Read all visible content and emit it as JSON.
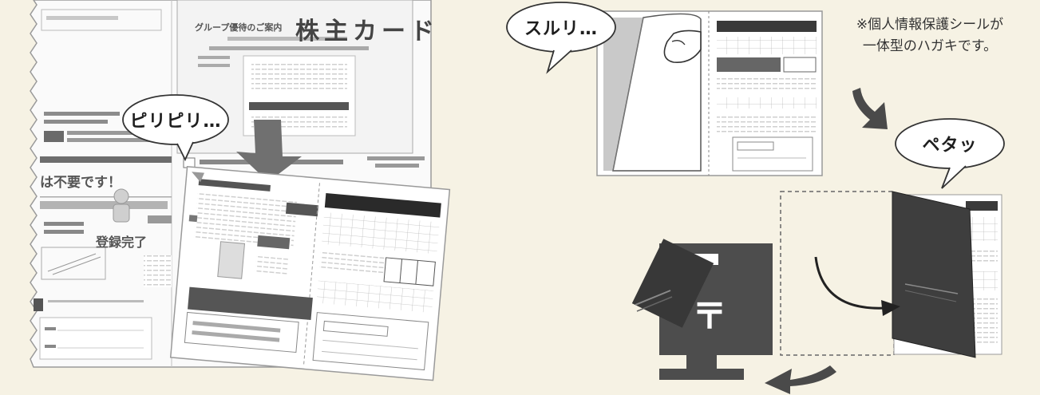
{
  "bubbles": {
    "piripiri": "ピリピリ…",
    "sururi": "スルリ…",
    "petatt": "ペタッ"
  },
  "note": {
    "line1": "※個人情報保護シールが",
    "line2": "一体型のハガキです。"
  },
  "document": {
    "card_title": "株主カード",
    "header_small": "グループ優待のご案内",
    "fragment_1": "は不要です！",
    "fragment_2": "登録完了"
  },
  "postbox": {
    "mark": "〒"
  },
  "colors": {
    "background": "#f6f2e4",
    "arrow": "#4a4a4a",
    "postbox": "#4d4d4d",
    "seal": "#3e3e3e"
  }
}
